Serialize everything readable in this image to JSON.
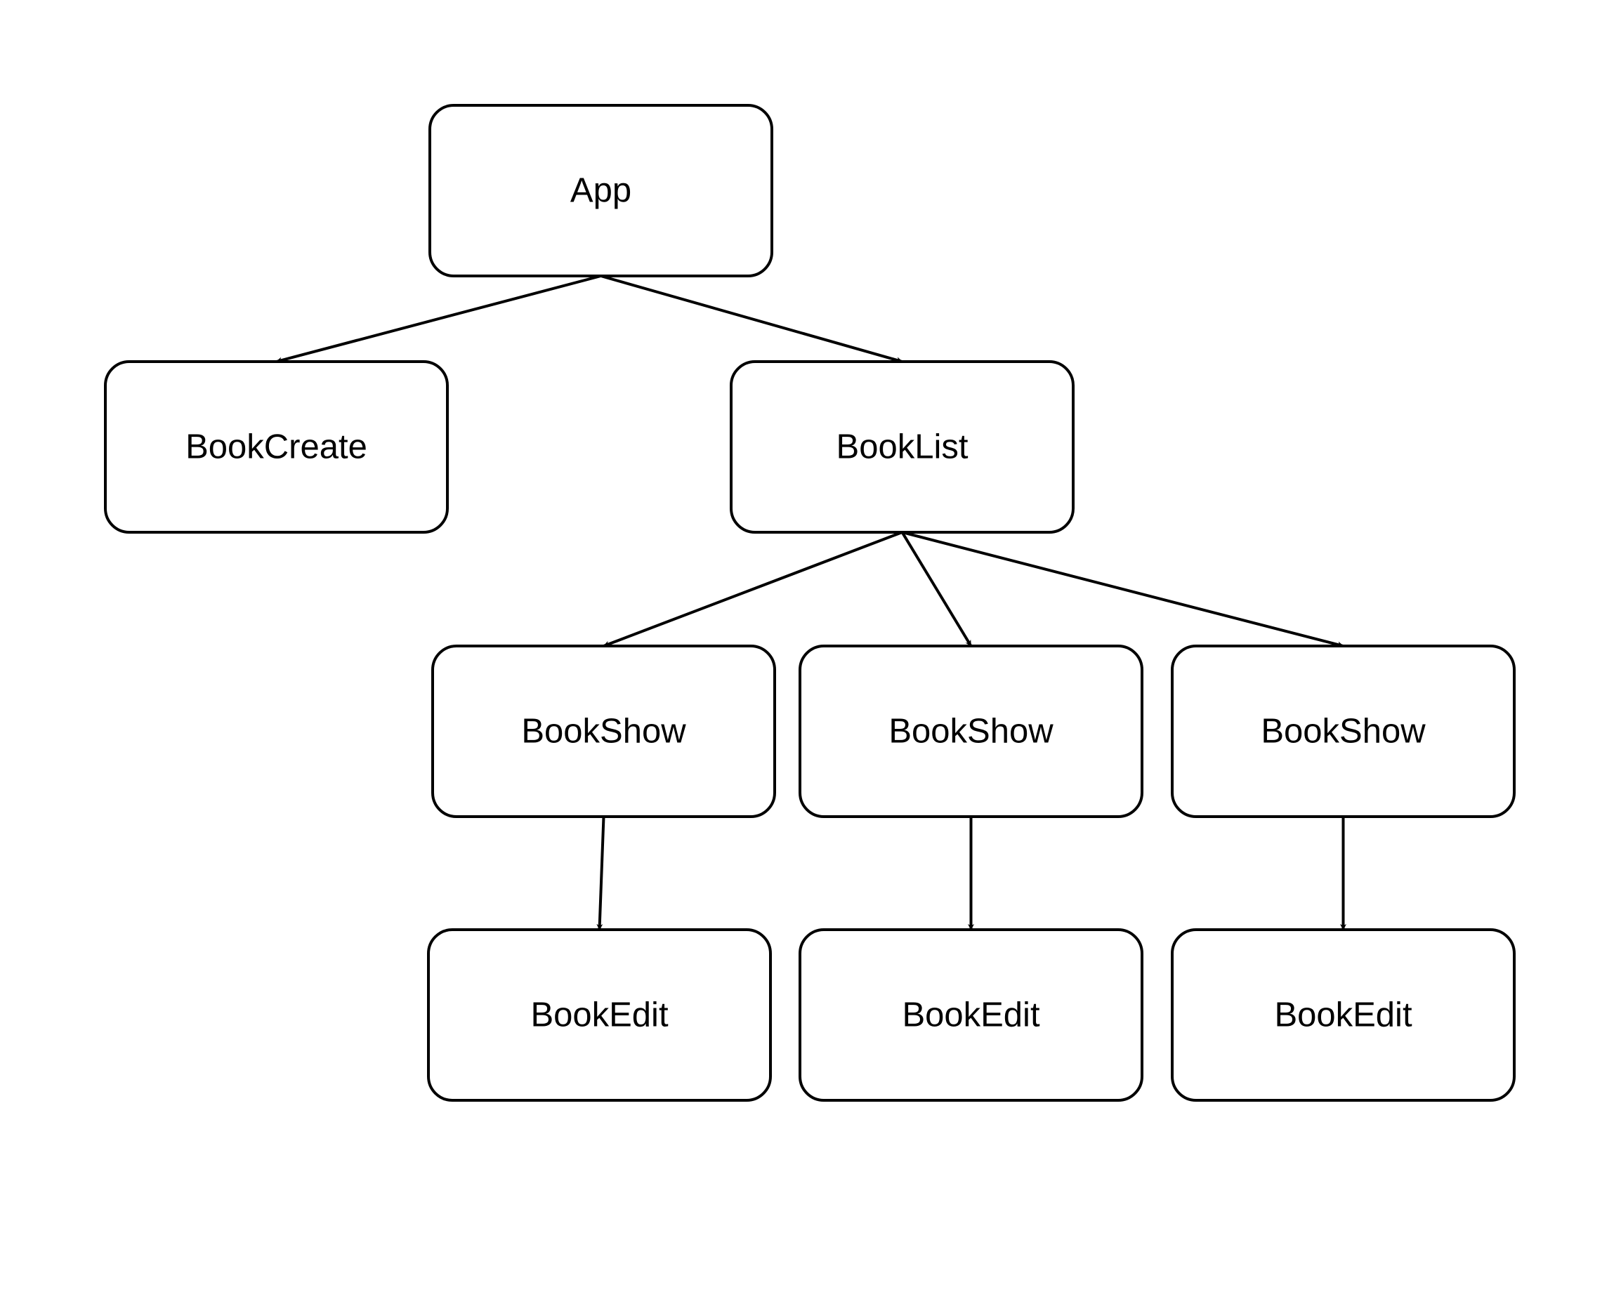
{
  "diagram": {
    "type": "tree",
    "nodes": [
      {
        "id": "app",
        "label": "App"
      },
      {
        "id": "bookcreate",
        "label": "BookCreate"
      },
      {
        "id": "booklist",
        "label": "BookList"
      },
      {
        "id": "bookshow1",
        "label": "BookShow"
      },
      {
        "id": "bookshow2",
        "label": "BookShow"
      },
      {
        "id": "bookshow3",
        "label": "BookShow"
      },
      {
        "id": "bookedit1",
        "label": "BookEdit"
      },
      {
        "id": "bookedit2",
        "label": "BookEdit"
      },
      {
        "id": "bookedit3",
        "label": "BookEdit"
      }
    ],
    "edges": [
      {
        "from": "app",
        "to": "bookcreate"
      },
      {
        "from": "app",
        "to": "booklist"
      },
      {
        "from": "booklist",
        "to": "bookshow1"
      },
      {
        "from": "booklist",
        "to": "bookshow2"
      },
      {
        "from": "booklist",
        "to": "bookshow3"
      },
      {
        "from": "bookshow1",
        "to": "bookedit1"
      },
      {
        "from": "bookshow2",
        "to": "bookedit2"
      },
      {
        "from": "bookshow3",
        "to": "bookedit3"
      }
    ]
  }
}
